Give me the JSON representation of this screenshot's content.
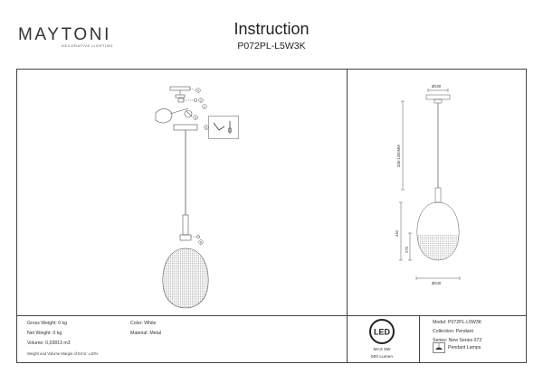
{
  "header": {
    "brand": "MAYTONI",
    "brand_sub": "DECORATIVE LIGHTING",
    "title": "Instruction",
    "model": "P072PL-L5W3K"
  },
  "diagram": {
    "dim_top_diameter": "Ø100",
    "dim_cable_length": "335-1200MM",
    "dim_height": "440",
    "dim_shade_height": "270",
    "dim_shade_diameter": "Ø240",
    "callouts": [
      "4",
      "2",
      "1",
      "3",
      "5",
      "6"
    ]
  },
  "specs": {
    "gross_weight": "Gross Weight: 0 kg",
    "net_weight": "Net Weight: 0 kg",
    "volume": "Volume: 0,03813 m3",
    "margin_note": "Weight and Volume Margin of Error: ±10%",
    "color": "Color: White",
    "material": "Material: Metal"
  },
  "led": {
    "badge": "LED",
    "max_power": "MAX 5W",
    "lumen": "500 Lumen"
  },
  "product_info": {
    "model": "Model: P072PL-L5W3K",
    "collection": "Collection: Pendant",
    "series": "Series: New Series 072",
    "category": "Pendant Lamps"
  },
  "icons": {
    "led_icon": "led-circle-icon",
    "category_icon": "pendant-lamp-icon"
  }
}
